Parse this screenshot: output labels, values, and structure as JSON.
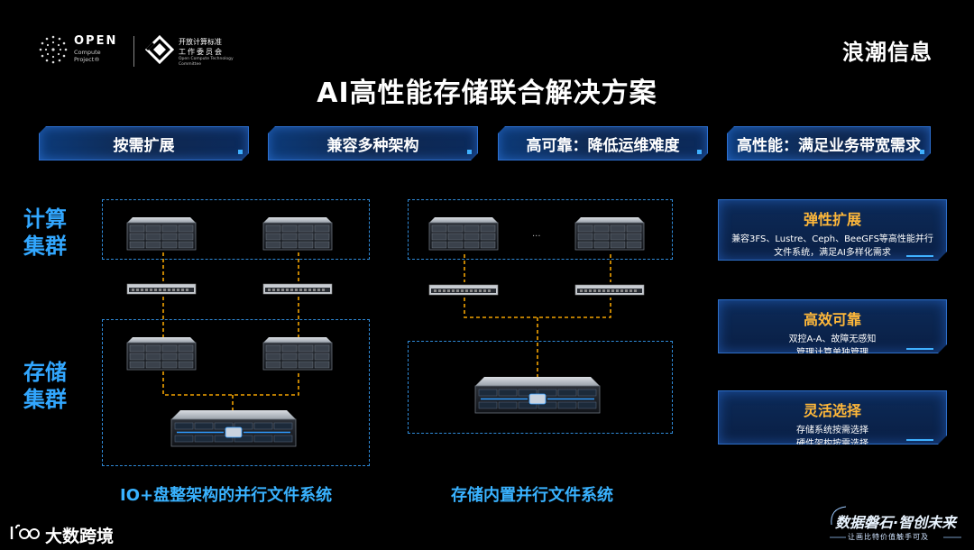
{
  "header": {
    "ocp": {
      "word": "OPEN",
      "sub1": "Compute",
      "sub2": "Project®"
    },
    "odcc": {
      "line1": "开放计算标准",
      "line2": "工作委员会",
      "en": "Open Compute Technology Committee"
    },
    "brand": "浪潮信息"
  },
  "title": "AI高性能存储联合解决方案",
  "tabs": [
    {
      "label": "按需扩展"
    },
    {
      "label": "兼容多种架构"
    },
    {
      "label": "高可靠：降低运维难度"
    },
    {
      "label": "高性能：满足业务带宽需求"
    }
  ],
  "side_labels": {
    "compute": [
      "计算",
      "集群"
    ],
    "storage": [
      "存储",
      "集群"
    ]
  },
  "diagram": {
    "ellipsis": "...",
    "caption_left": "IO+盘整架构的并行文件系统",
    "caption_right": "存储内置并行文件系统"
  },
  "cards": [
    {
      "title": "弹性扩展",
      "desc": [
        "兼容3FS、Lustre、Ceph、BeeGFS等高性能并行",
        "文件系统，满足AI多样化需求"
      ]
    },
    {
      "title": "高效可靠",
      "desc": [
        "双控A-A、故障无感知",
        "管理计算单独管理"
      ]
    },
    {
      "title": "灵活选择",
      "desc": [
        "存储系统按需选择",
        "硬件架构按需选择"
      ]
    }
  ],
  "footer": {
    "left_brand": "大数跨境",
    "slogan_main": "数据磐石·智创未来",
    "slogan_sub": "让画比特价值触手可及"
  },
  "colors": {
    "background": "#000000",
    "accent_blue": "#32a7ff",
    "accent_orange": "#ffb83a",
    "dash_blue": "#2f8ad8",
    "link_orange": "#f2a200"
  }
}
